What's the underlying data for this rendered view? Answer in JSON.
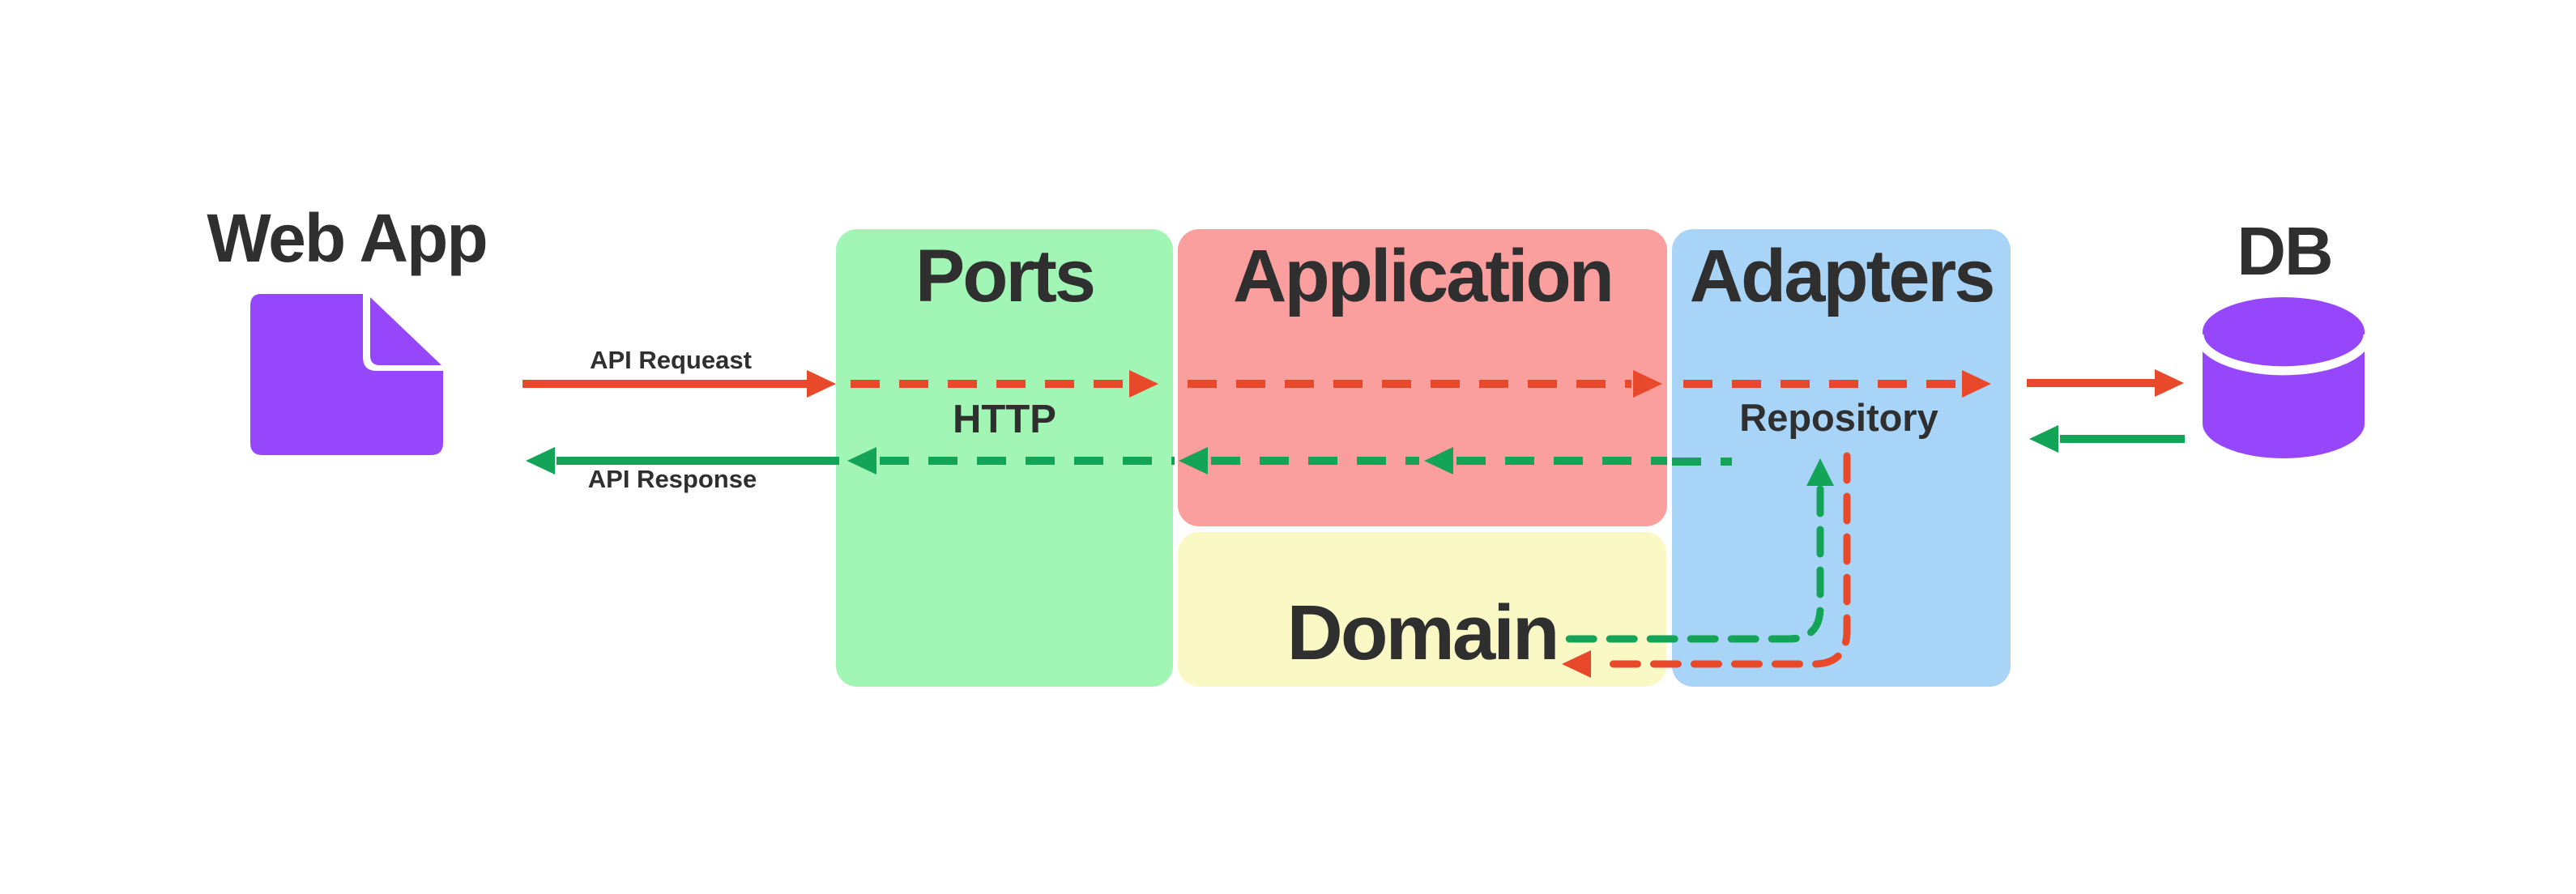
{
  "nodes": {
    "web_app": {
      "label": "Web App",
      "icon": "document-icon"
    },
    "db": {
      "label": "DB",
      "icon": "database-cylinder-icon"
    }
  },
  "layers": [
    {
      "id": "ports",
      "label": "Ports",
      "fill": "#A2F6B5"
    },
    {
      "id": "application",
      "label": "Application",
      "fill": "#FB9E9E"
    },
    {
      "id": "adapters",
      "label": "Adapters",
      "fill": "#A8D5F7"
    },
    {
      "id": "domain",
      "label": "Domain",
      "fill": "#FAF9C6"
    }
  ],
  "flow_labels": {
    "api_request": "API Requeast",
    "api_response": "API Response",
    "http": "HTTP",
    "repository": "Repository"
  },
  "flows": [
    {
      "name": "request",
      "from": "Web App",
      "to": "DB",
      "style": "solid outside layers, dashed inside",
      "direction": "right"
    },
    {
      "name": "response",
      "from": "DB",
      "to": "Web App",
      "style": "solid outside layers, dashed inside",
      "direction": "left"
    },
    {
      "name": "domain-to-repository",
      "from": "Domain",
      "to": "Repository",
      "style": "dashed curved, arrow up"
    },
    {
      "name": "repository-to-domain",
      "from": "Repository",
      "to": "Domain",
      "style": "dashed curved, arrow left"
    }
  ],
  "colors": {
    "request_arrow": "#E8492B",
    "response_arrow": "#14A457",
    "node_icon": "#9747FB",
    "text_dark": "#2F2F2F",
    "canvas_bg": "#FFFFFF"
  }
}
